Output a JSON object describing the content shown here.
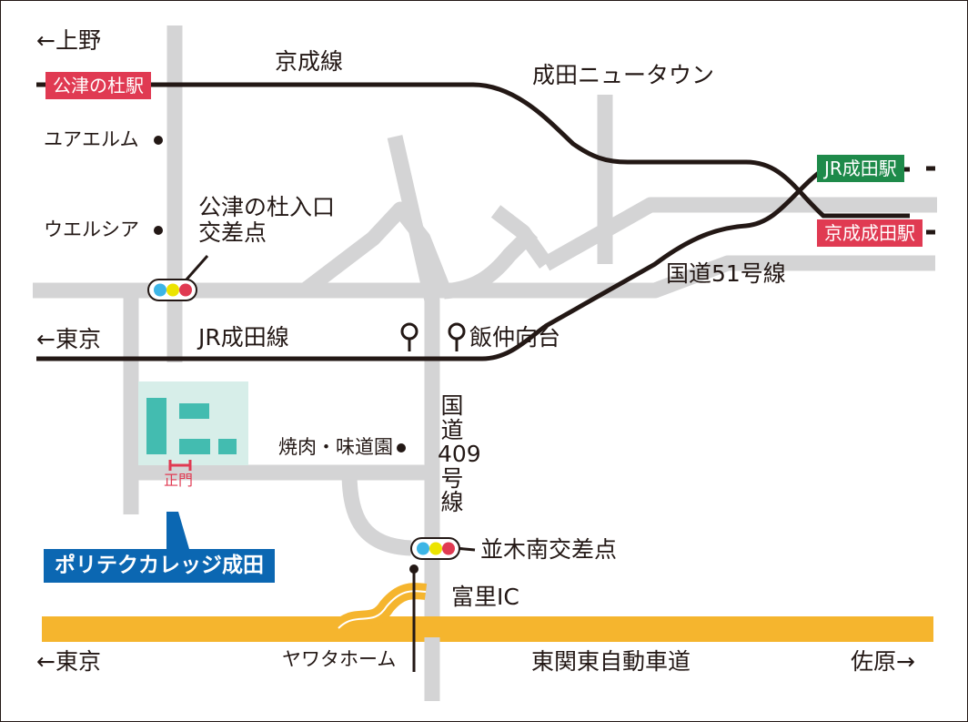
{
  "map": {
    "colors": {
      "road": "#d4d4d5",
      "rail": "#231815",
      "expressway": "#f5b52e",
      "station_red": "#e03a52",
      "station_green": "#1e8a4a",
      "school_blue": "#0b67b2",
      "campus_area": "#d7eee9",
      "campus_building": "#43bcb0",
      "signal_blue": "#3db5e6",
      "signal_yellow": "#ece400",
      "signal_red": "#e03a52"
    },
    "directions": {
      "ueno": "←上野",
      "tokyo_rail": "←東京",
      "tokyo_expressway": "←東京",
      "sawara": "佐原→"
    },
    "stations": {
      "kozunomori": "公津の杜駅",
      "jr_narita": "JR成田駅",
      "keisei_narita": "京成成田駅"
    },
    "lines": {
      "keisei": "京成線",
      "jr_narita_line": "JR成田線",
      "narita_new_town": "成田ニュータウン"
    },
    "roads": {
      "route51": "国道51号線",
      "route409": "国道409号線",
      "expressway": "東関東自動車道",
      "interchange": "富里IC"
    },
    "intersections": {
      "kozunomori_iriguchi": "公津の杜入口交差点",
      "namiki_minami": "並木南交差点"
    },
    "landmarks": {
      "uaerumu": "ユアエルム",
      "uerushia": "ウエルシア",
      "yakiniku": "焼肉・味道園",
      "yawata_home": "ヤワタホーム",
      "iinakamukaidai": "飯仲向台"
    },
    "school": {
      "name": "ポリテクカレッジ成田",
      "main_gate": "正門"
    },
    "icons": [
      "traffic-signal-icon",
      "bus-stop-icon",
      "landmark-dot-icon"
    ]
  }
}
